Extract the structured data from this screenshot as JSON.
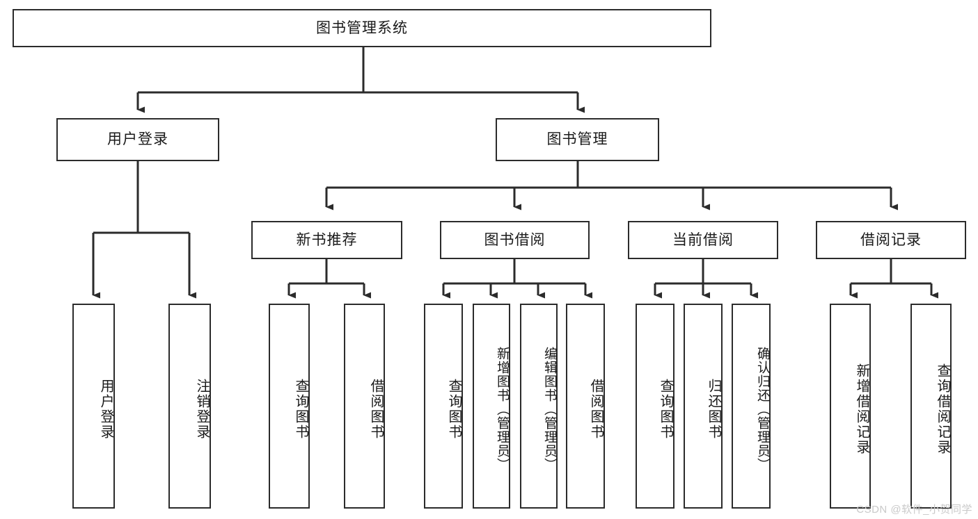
{
  "diagram": {
    "title": "图书管理系统",
    "root": {
      "label": "图书管理系统"
    },
    "level2": [
      {
        "label": "用户登录"
      },
      {
        "label": "图书管理"
      }
    ],
    "level3": [
      {
        "label": "新书推荐"
      },
      {
        "label": "图书借阅"
      },
      {
        "label": "当前借阅"
      },
      {
        "label": "借阅记录"
      }
    ],
    "leaves": {
      "user_login": [
        {
          "label": "用户登录"
        },
        {
          "label": "注销登录"
        }
      ],
      "new_book_recommend": [
        {
          "label": "查询图书"
        },
        {
          "label": "借阅图书"
        }
      ],
      "book_borrow": [
        {
          "label": "查询图书"
        },
        {
          "label": "新增图书（管理员）"
        },
        {
          "label": "编辑图书（管理员）"
        },
        {
          "label": "借阅图书"
        }
      ],
      "current_borrow": [
        {
          "label": "查询图书"
        },
        {
          "label": "归还图书"
        },
        {
          "label": "确认归还（管理员）"
        }
      ],
      "borrow_record": [
        {
          "label": "新增借阅记录"
        },
        {
          "label": "查询借阅记录"
        }
      ]
    }
  },
  "watermark": {
    "text": "CSDN @软件_小贺同学"
  },
  "colors": {
    "border": "#2b2b2b",
    "background": "#ffffff",
    "text": "#1a1a1a",
    "watermark": "#c9c9c9"
  }
}
